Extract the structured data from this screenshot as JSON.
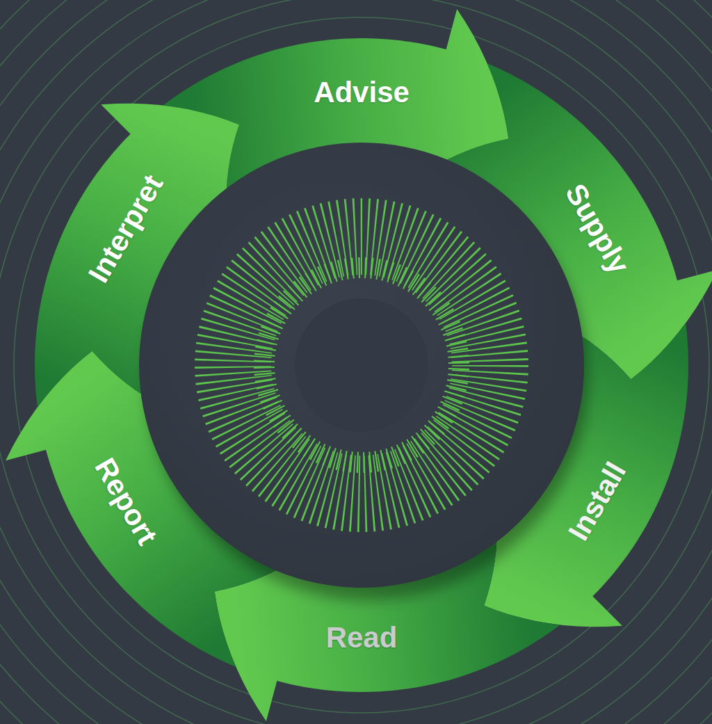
{
  "diagram": {
    "nodes": [
      {
        "text": [
          "Advise"
        ]
      },
      {
        "text": [
          "Supply"
        ]
      },
      {
        "text": [
          "Install"
        ]
      },
      {
        "text": [
          "Read"
        ]
      },
      {
        "text": [
          "Report"
        ]
      },
      {
        "text": [
          "Interpret"
        ]
      }
    ]
  }
}
